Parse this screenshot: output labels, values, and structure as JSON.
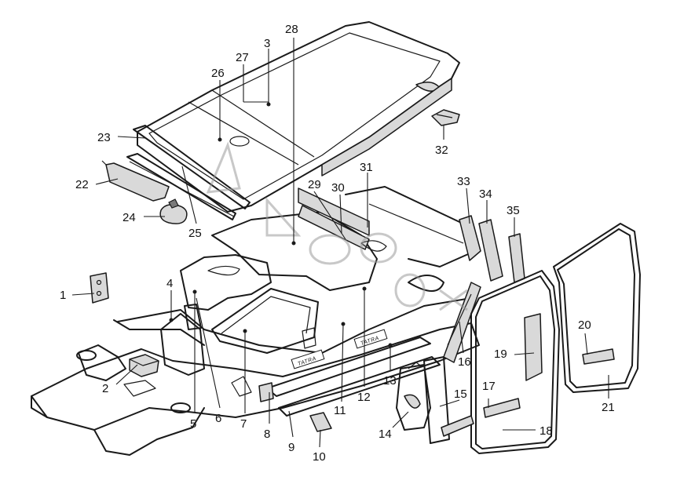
{
  "plate_labels": {
    "sill_stamp_front": "TATRA",
    "sill_stamp_rear": "TATRA"
  },
  "callouts": [
    {
      "n": "1"
    },
    {
      "n": "2"
    },
    {
      "n": "3"
    },
    {
      "n": "4"
    },
    {
      "n": "5"
    },
    {
      "n": "6"
    },
    {
      "n": "7"
    },
    {
      "n": "8"
    },
    {
      "n": "9"
    },
    {
      "n": "10"
    },
    {
      "n": "11"
    },
    {
      "n": "12"
    },
    {
      "n": "13"
    },
    {
      "n": "14"
    },
    {
      "n": "15"
    },
    {
      "n": "16"
    },
    {
      "n": "17"
    },
    {
      "n": "18"
    },
    {
      "n": "19"
    },
    {
      "n": "20"
    },
    {
      "n": "21"
    },
    {
      "n": "22"
    },
    {
      "n": "23"
    },
    {
      "n": "24"
    },
    {
      "n": "25"
    },
    {
      "n": "26"
    },
    {
      "n": "27"
    },
    {
      "n": "28"
    },
    {
      "n": "29"
    },
    {
      "n": "30"
    },
    {
      "n": "31"
    },
    {
      "n": "32"
    },
    {
      "n": "33"
    },
    {
      "n": "34"
    },
    {
      "n": "35"
    }
  ],
  "colors": {
    "line": "#1a1a1a",
    "background": "#ffffff",
    "watermark": "#9a9a9a"
  }
}
